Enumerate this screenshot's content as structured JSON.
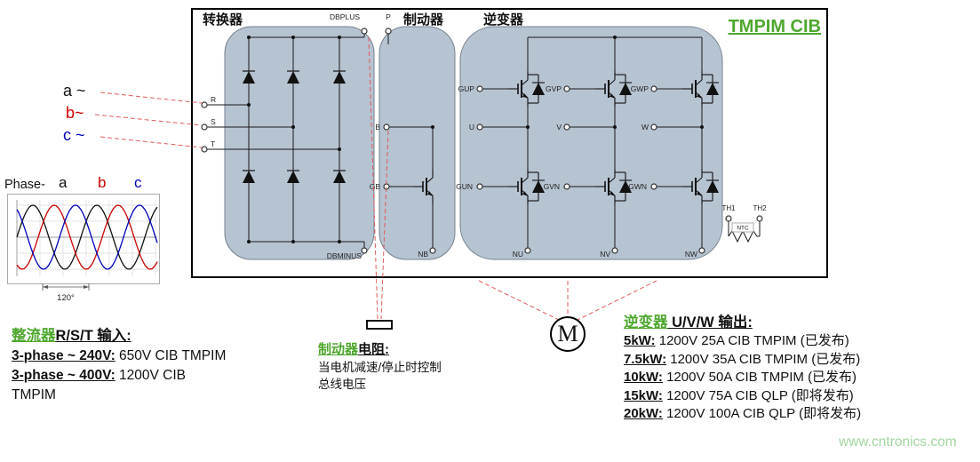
{
  "header": {
    "module_title": "TMPIM CIB"
  },
  "sections": {
    "converter": "转换器",
    "brake": "制动器",
    "inverter": "逆变器"
  },
  "phase_inputs": {
    "a": "a ~",
    "b": "b~",
    "c": "c ~"
  },
  "waveform": {
    "label_prefix": "Phase-",
    "legend": {
      "a": "a",
      "b": "b",
      "c": "c"
    },
    "angle_label": "120°",
    "series": [
      {
        "name": "a",
        "color": "#111111",
        "phase_deg": 0
      },
      {
        "name": "b",
        "color": "#cc0000",
        "phase_deg": -120
      },
      {
        "name": "c",
        "color": "#0000bb",
        "phase_deg": -240
      }
    ]
  },
  "terminals": {
    "R": "R",
    "S": "S",
    "T": "T",
    "DBPLUS": "DBPLUS",
    "DBMINUS": "DBMINUS",
    "P": "P",
    "B": "B",
    "GB": "GB",
    "NB": "NB",
    "GUP": "GUP",
    "GVP": "GVP",
    "GWP": "GWP",
    "U": "U",
    "V": "V",
    "W": "W",
    "GUN": "GUN",
    "GVN": "GVN",
    "GWN": "GWN",
    "NU": "NU",
    "NV": "NV",
    "NW": "NW",
    "TH1": "TH1",
    "TH2": "TH2",
    "NTC": "NTC"
  },
  "motor": {
    "label": "M"
  },
  "notes": {
    "rectifier": {
      "heading_green": "整流器",
      "heading_black": "R/S/T 输入:",
      "row1_bold": "3-phase ~ 240V:",
      "row1_rest": " 650V CIB TMPIM",
      "row2_bold": "3-phase ~ 400V:",
      "row2_rest": " 1200V CIB",
      "row3": "TMPIM"
    },
    "brake": {
      "heading_green": "制动器",
      "heading_black": "电阻:",
      "body_line1": "当电机减速/停止时控制",
      "body_line2": "总线电压"
    },
    "inverter": {
      "heading_green": "逆变器",
      "heading_black": " U/V/W 输出:",
      "rows": [
        {
          "power": "5kW:",
          "spec": " 1200V 25A CIB TMPIM ",
          "status": "(已发布)"
        },
        {
          "power": "7.5kW:",
          "spec": " 1200V 35A CIB TMPIM ",
          "status": "(已发布)"
        },
        {
          "power": "10kW:",
          "spec": " 1200V 50A CIB TMPIM ",
          "status": "(已发布)"
        },
        {
          "power": "15kW:",
          "spec": " 1200V 75A CIB QLP ",
          "status": "(即将发布)"
        },
        {
          "power": "20kW:",
          "spec": " 1200V 100A CIB QLP ",
          "status": "(即将发布)"
        }
      ]
    }
  },
  "watermark": "www.cntronics.com",
  "colors": {
    "heading_green": "#4ea72e",
    "module_fill": "#b6c3d1",
    "callout_red": "#e05c5c",
    "watermark_green": "#a2d5a0",
    "phase_b_red": "#cc0000",
    "phase_c_blue": "#0000bb"
  }
}
